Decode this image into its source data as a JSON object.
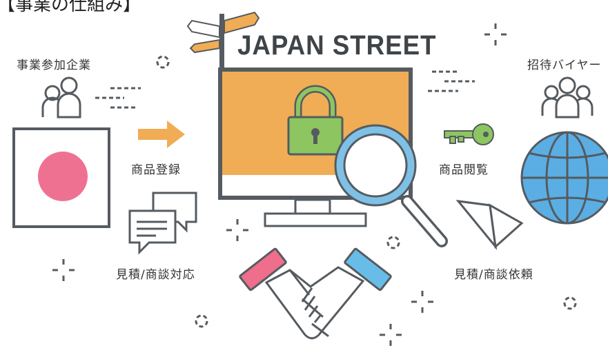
{
  "title": "【事業の仕組み】",
  "brand": "JAPAN STREET",
  "labels": {
    "participants": "事業参加企業",
    "buyers": "招待バイヤー",
    "product_registration": "商品登録",
    "product_browsing": "商品閲覧",
    "quote_negotiation_response": "見積/商談対応",
    "quote_negotiation_request": "見積/商談依頼"
  },
  "icons": {
    "japan_flag": "flag-icon",
    "lock": "lock-icon",
    "magnifier": "magnifier-icon",
    "key": "key-icon",
    "globe": "globe-icon",
    "handshake": "handshake-icon",
    "chat": "chat-bubbles-icon",
    "paper_plane": "paper-plane-icon",
    "arrow": "arrow-right-icon",
    "signpost": "signpost-icon",
    "people": "people-icon"
  },
  "colors": {
    "outline": "#555b60",
    "monitor_screen": "#f0ad55",
    "lock_green": "#8dc560",
    "flag_red": "#ef7191",
    "globe_blue": "#5aaee4",
    "magnifier_blue": "#7fc0e6",
    "cuff_pink": "#ee6e8c",
    "cuff_blue": "#68bde8",
    "arrow_orange": "#f0ad55"
  }
}
